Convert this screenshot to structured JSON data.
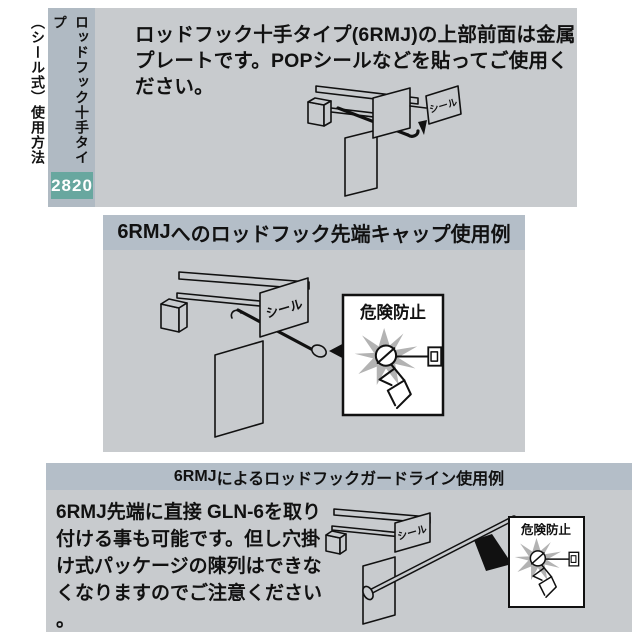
{
  "colors": {
    "page_bg": "#ffffff",
    "panel_bg": "#c8cbce",
    "titlebar_bg": "#b4bec8",
    "sidebar_bg": "#b0bac3",
    "badge_bg": "#68a79f",
    "badge_text": "#ffffff",
    "ink": "#111111",
    "burst_gray": "#b3b3b3"
  },
  "sidebar": {
    "vertical_title_line1": "ロッドフック十手タイプ",
    "vertical_title_line2": "（シール式）使用方法",
    "page_number": "2820"
  },
  "section_upper": {
    "text_prefix": "ロッドフック十手タイプ(",
    "product_code": "6RMJ",
    "text_suffix": ")の上部前面は金属プレートです。POPシールなどを貼ってご使用ください。",
    "seal_tag": "シール"
  },
  "section_middle": {
    "title_code": "6RMJ",
    "title_rest": "へのロッドフック先端キャップ使用例",
    "seal_tag": "シール",
    "danger_title": "危険防止"
  },
  "section_lower": {
    "title_code": "6RMJ",
    "title_rest": "によるロッドフックガードライン使用例",
    "body_code1": "6RMJ",
    "body_text1": "先端に直接 ",
    "body_code2": "GLN-6",
    "body_text2": "を取り付ける事も可能です。但し穴掛け式パッケージの陳列はできなくなりますのでご注意ください。",
    "seal_tag": "シール",
    "danger_title": "危険防止"
  }
}
